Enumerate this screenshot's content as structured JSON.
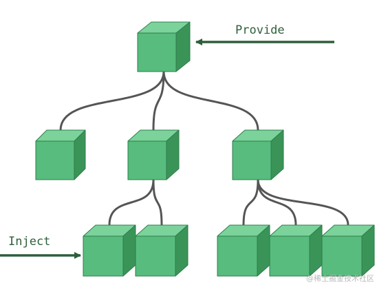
{
  "diagram": {
    "provide_label": "Provide",
    "inject_label": "Inject",
    "watermark": "@稀土掘金技术社区",
    "colors": {
      "cube_front": "#57bc7d",
      "cube_top": "#7bd39b",
      "cube_side": "#3a9458",
      "cube_edge": "#2f7d4b",
      "connector": "#555555",
      "arrow": "#2e5e3b",
      "label": "#2e5e3b"
    },
    "nodes": [
      {
        "id": "root",
        "name": "root-cube",
        "level": 0
      },
      {
        "id": "child-1",
        "name": "child-cube-1",
        "level": 1
      },
      {
        "id": "child-2",
        "name": "child-cube-2",
        "level": 1
      },
      {
        "id": "child-3",
        "name": "child-cube-3",
        "level": 1
      },
      {
        "id": "grandchild-1",
        "name": "grandchild-cube-1",
        "level": 2
      },
      {
        "id": "grandchild-2",
        "name": "grandchild-cube-2",
        "level": 2
      },
      {
        "id": "grandchild-3",
        "name": "grandchild-cube-3",
        "level": 2
      },
      {
        "id": "grandchild-4",
        "name": "grandchild-cube-4",
        "level": 2
      },
      {
        "id": "grandchild-5",
        "name": "grandchild-cube-5",
        "level": 2
      }
    ],
    "edges": [
      {
        "from": "root",
        "to": "child-1"
      },
      {
        "from": "root",
        "to": "child-2"
      },
      {
        "from": "root",
        "to": "child-3"
      },
      {
        "from": "child-2",
        "to": "grandchild-1"
      },
      {
        "from": "child-2",
        "to": "grandchild-2"
      },
      {
        "from": "child-3",
        "to": "grandchild-3"
      },
      {
        "from": "child-3",
        "to": "grandchild-4"
      },
      {
        "from": "child-3",
        "to": "grandchild-5"
      }
    ],
    "provide_target": "root",
    "inject_target": "grandchild-1"
  }
}
